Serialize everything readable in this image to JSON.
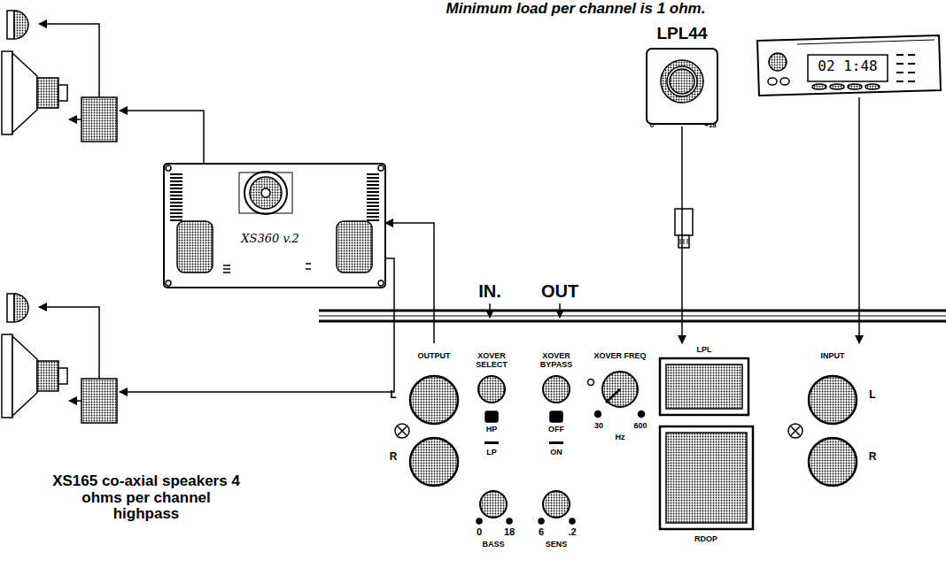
{
  "diagram": {
    "title": "Minimum load per channel is 1 ohm.",
    "nodes": [
      {
        "text": [
          "LPL44",
          "0",
          "+18"
        ]
      },
      {
        "text": [
          "02 1:48"
        ]
      },
      {
        "text": [
          "XS360 v.2"
        ]
      },
      {
        "text": [
          "OUTPUT",
          "L",
          "R"
        ]
      },
      {
        "text": [
          "LPL"
        ]
      },
      {
        "text": [
          "RDOP"
        ]
      },
      {
        "text": [
          "INPUT",
          "L",
          "R"
        ]
      }
    ],
    "edges": [
      {
        "from": 3,
        "to": 2,
        "arrow": "to"
      },
      {
        "from": 0,
        "to": 4,
        "arrow": "to"
      },
      {
        "from": 1,
        "to": 6,
        "arrow": "to"
      }
    ],
    "labels": [
      "XS165 co-axial speakers 4 ohms per channel highpass",
      "IN.",
      "OUT",
      "XOVER SELECT",
      "HP",
      "LP",
      "XOVER BYPASS",
      "OFF",
      "ON",
      "XOVER FREQ",
      "30",
      "600",
      "Hz",
      "0",
      "18",
      "BASS",
      "6",
      ".2",
      "SENS"
    ]
  }
}
